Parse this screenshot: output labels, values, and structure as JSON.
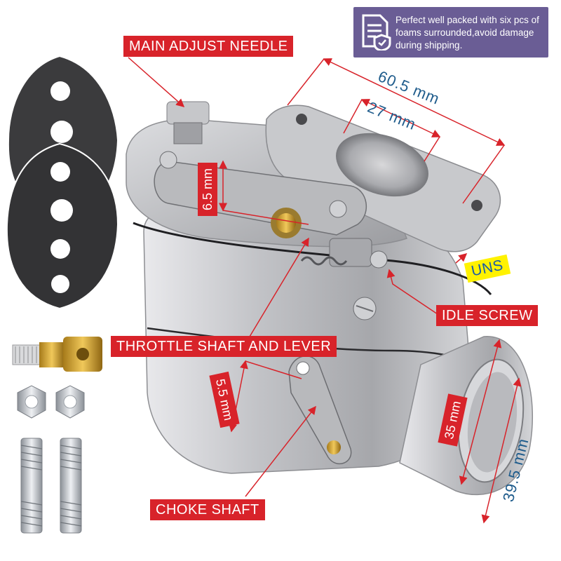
{
  "notice": {
    "icon": "document-shield-icon",
    "text": "Perfect well packed with six pcs of foams surrounded,avoid damage during shipping."
  },
  "labels": {
    "main_adjust_needle": "MAIN ADJUST NEEDLE",
    "idle_screw": "IDLE SCREW",
    "throttle_shaft": "THROTTLE SHAFT AND LEVER",
    "choke_shaft": "CHOKE SHAFT",
    "uns": "UNS"
  },
  "dimensions": {
    "flange_width": "60.5 mm",
    "bore": "27 mm",
    "throttle_lever_height": "6.5 mm",
    "choke_lever": "5.5 mm",
    "inlet_inner": "35 mm",
    "inlet_outer": "39.5 mm"
  },
  "included_parts": [
    "gasket",
    "gasket",
    "fuel-inlet-fitting",
    "nut",
    "nut",
    "stud",
    "stud"
  ],
  "colors": {
    "label_red": "#d8232a",
    "label_yellow": "#fff200",
    "dimension_blue": "#1f5c8c",
    "notice_purple": "#6a5d95",
    "metal": "#c9c9cc"
  }
}
